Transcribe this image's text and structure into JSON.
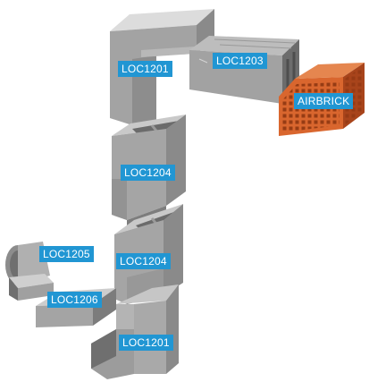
{
  "labels": {
    "loc1201_top": "LOC1201",
    "loc1203": "LOC1203",
    "airbrick": "AIRBRICK",
    "loc1204_upper": "LOC1204",
    "loc1205": "LOC1205",
    "loc1204_lower": "LOC1204",
    "loc1206": "LOC1206",
    "loc1201_bottom": "LOC1201"
  },
  "colors": {
    "label_background": "#2196d3",
    "label_text": "#ffffff",
    "duct_grey": "#8f8f8f",
    "airbrick_orange": "#d9662e"
  }
}
